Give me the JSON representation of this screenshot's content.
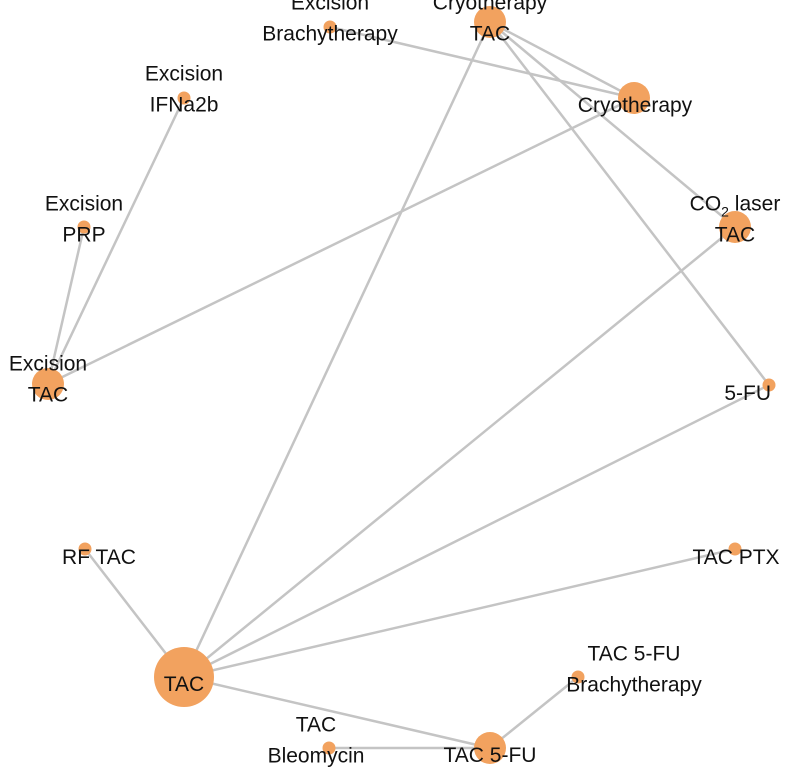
{
  "colors": {
    "node": "#f2a25f",
    "edge": "#c4c4c4",
    "text": "#111111"
  },
  "nodes": [
    {
      "id": "excision-brachytherapy",
      "lines": [
        "Excision",
        "Brachytherapy"
      ],
      "weight": 1
    },
    {
      "id": "cryotherapy-tac",
      "lines": [
        "Cryotherapy",
        "TAC"
      ],
      "weight": 2
    },
    {
      "id": "excision-ifna2b",
      "lines": [
        "Excision",
        "IFNa2b"
      ],
      "weight": 1
    },
    {
      "id": "cryotherapy",
      "lines": [
        "Cryotherapy"
      ],
      "weight": 2
    },
    {
      "id": "excision-prp",
      "lines": [
        "Excision",
        "PRP"
      ],
      "weight": 1
    },
    {
      "id": "co2-laser-tac",
      "lines": [
        "CO2 laser",
        "TAC"
      ],
      "weight": 2
    },
    {
      "id": "excision-tac",
      "lines": [
        "Excision",
        "TAC"
      ],
      "weight": 2
    },
    {
      "id": "5-fu",
      "lines": [
        "5-FU"
      ],
      "weight": 1
    },
    {
      "id": "rf-tac",
      "lines": [
        "RF TAC"
      ],
      "weight": 1
    },
    {
      "id": "tac-ptx",
      "lines": [
        "TAC PTX"
      ],
      "weight": 1
    },
    {
      "id": "tac",
      "lines": [
        "TAC"
      ],
      "weight": 4
    },
    {
      "id": "tac-5fu-brachytherapy",
      "lines": [
        "TAC 5-FU",
        "Brachytherapy"
      ],
      "weight": 1
    },
    {
      "id": "tac-bleomycin",
      "lines": [
        "TAC",
        "Bleomycin"
      ],
      "weight": 1
    },
    {
      "id": "tac-5fu",
      "lines": [
        "TAC 5-FU"
      ],
      "weight": 2
    }
  ],
  "edges": [
    [
      "excision-brachytherapy",
      "cryotherapy"
    ],
    [
      "cryotherapy-tac",
      "cryotherapy"
    ],
    [
      "cryotherapy-tac",
      "co2-laser-tac"
    ],
    [
      "cryotherapy-tac",
      "5-fu"
    ],
    [
      "cryotherapy-tac",
      "tac"
    ],
    [
      "cryotherapy",
      "excision-tac"
    ],
    [
      "excision-ifna2b",
      "excision-tac"
    ],
    [
      "excision-prp",
      "excision-tac"
    ],
    [
      "co2-laser-tac",
      "tac"
    ],
    [
      "5-fu",
      "tac"
    ],
    [
      "rf-tac",
      "tac"
    ],
    [
      "tac-ptx",
      "tac"
    ],
    [
      "tac",
      "tac-5fu"
    ],
    [
      "tac-bleomycin",
      "tac-5fu"
    ],
    [
      "tac-5fu",
      "tac-5fu-brachytherapy"
    ]
  ]
}
